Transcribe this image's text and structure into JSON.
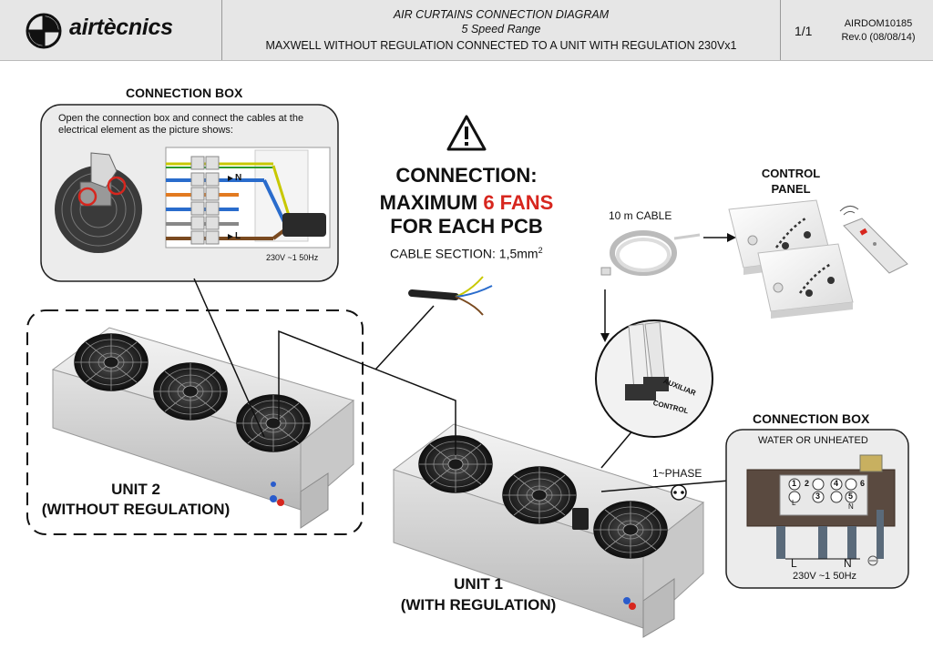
{
  "header": {
    "brand": "airtècnics",
    "title": "AIR CURTAINS CONNECTION DIAGRAM",
    "subtitle": "5 Speed Range",
    "description": "MAXWELL WITHOUT REGULATION CONNECTED TO A UNIT WITH REGULATION 230Vx1",
    "page": "1/1",
    "doc_code": "AIRDOM10185",
    "revision": "Rev.0 (08/08/14)"
  },
  "connection_box_left": {
    "title": "CONNECTION BOX",
    "instructions": "Open the connection box and connect the cables at the electrical element as the picture shows:",
    "terminal_N": "N",
    "terminal_L": "L",
    "supply": "230V ~1 50Hz"
  },
  "notice": {
    "heading": "CONNECTION:",
    "line2_prefix": "MAXIMUM ",
    "line2_highlight": "6 FANS",
    "line3": "FOR EACH PCB",
    "cable_section": "CABLE SECTION: 1,5mm",
    "cable_section_sup": "2",
    "highlight_color": "#d7261e"
  },
  "control": {
    "cable_label": "10 m CABLE",
    "panel_line1": "CONTROL",
    "panel_line2": "PANEL",
    "auxiliar": "AUXILIAR",
    "control": "CONTROL"
  },
  "connection_box_right": {
    "title": "CONNECTION BOX",
    "subtitle": "WATER OR UNHEATED",
    "phase": "1~PHASE",
    "terminals": [
      "1",
      "2",
      "3",
      "4",
      "5",
      "6"
    ],
    "small_L": "L",
    "small_N": "N",
    "label_L": "L",
    "label_N": "N",
    "supply": "230V ~1 50Hz"
  },
  "units": {
    "unit2_line1": "UNIT 2",
    "unit2_line2": "(WITHOUT REGULATION)",
    "unit1_line1": "UNIT 1",
    "unit1_line2": "(WITH REGULATION)"
  },
  "icons": [
    "airtecnics-logo-icon",
    "warning-triangle-icon",
    "remote-control-icon",
    "phase-socket-icon",
    "ground-icon"
  ]
}
